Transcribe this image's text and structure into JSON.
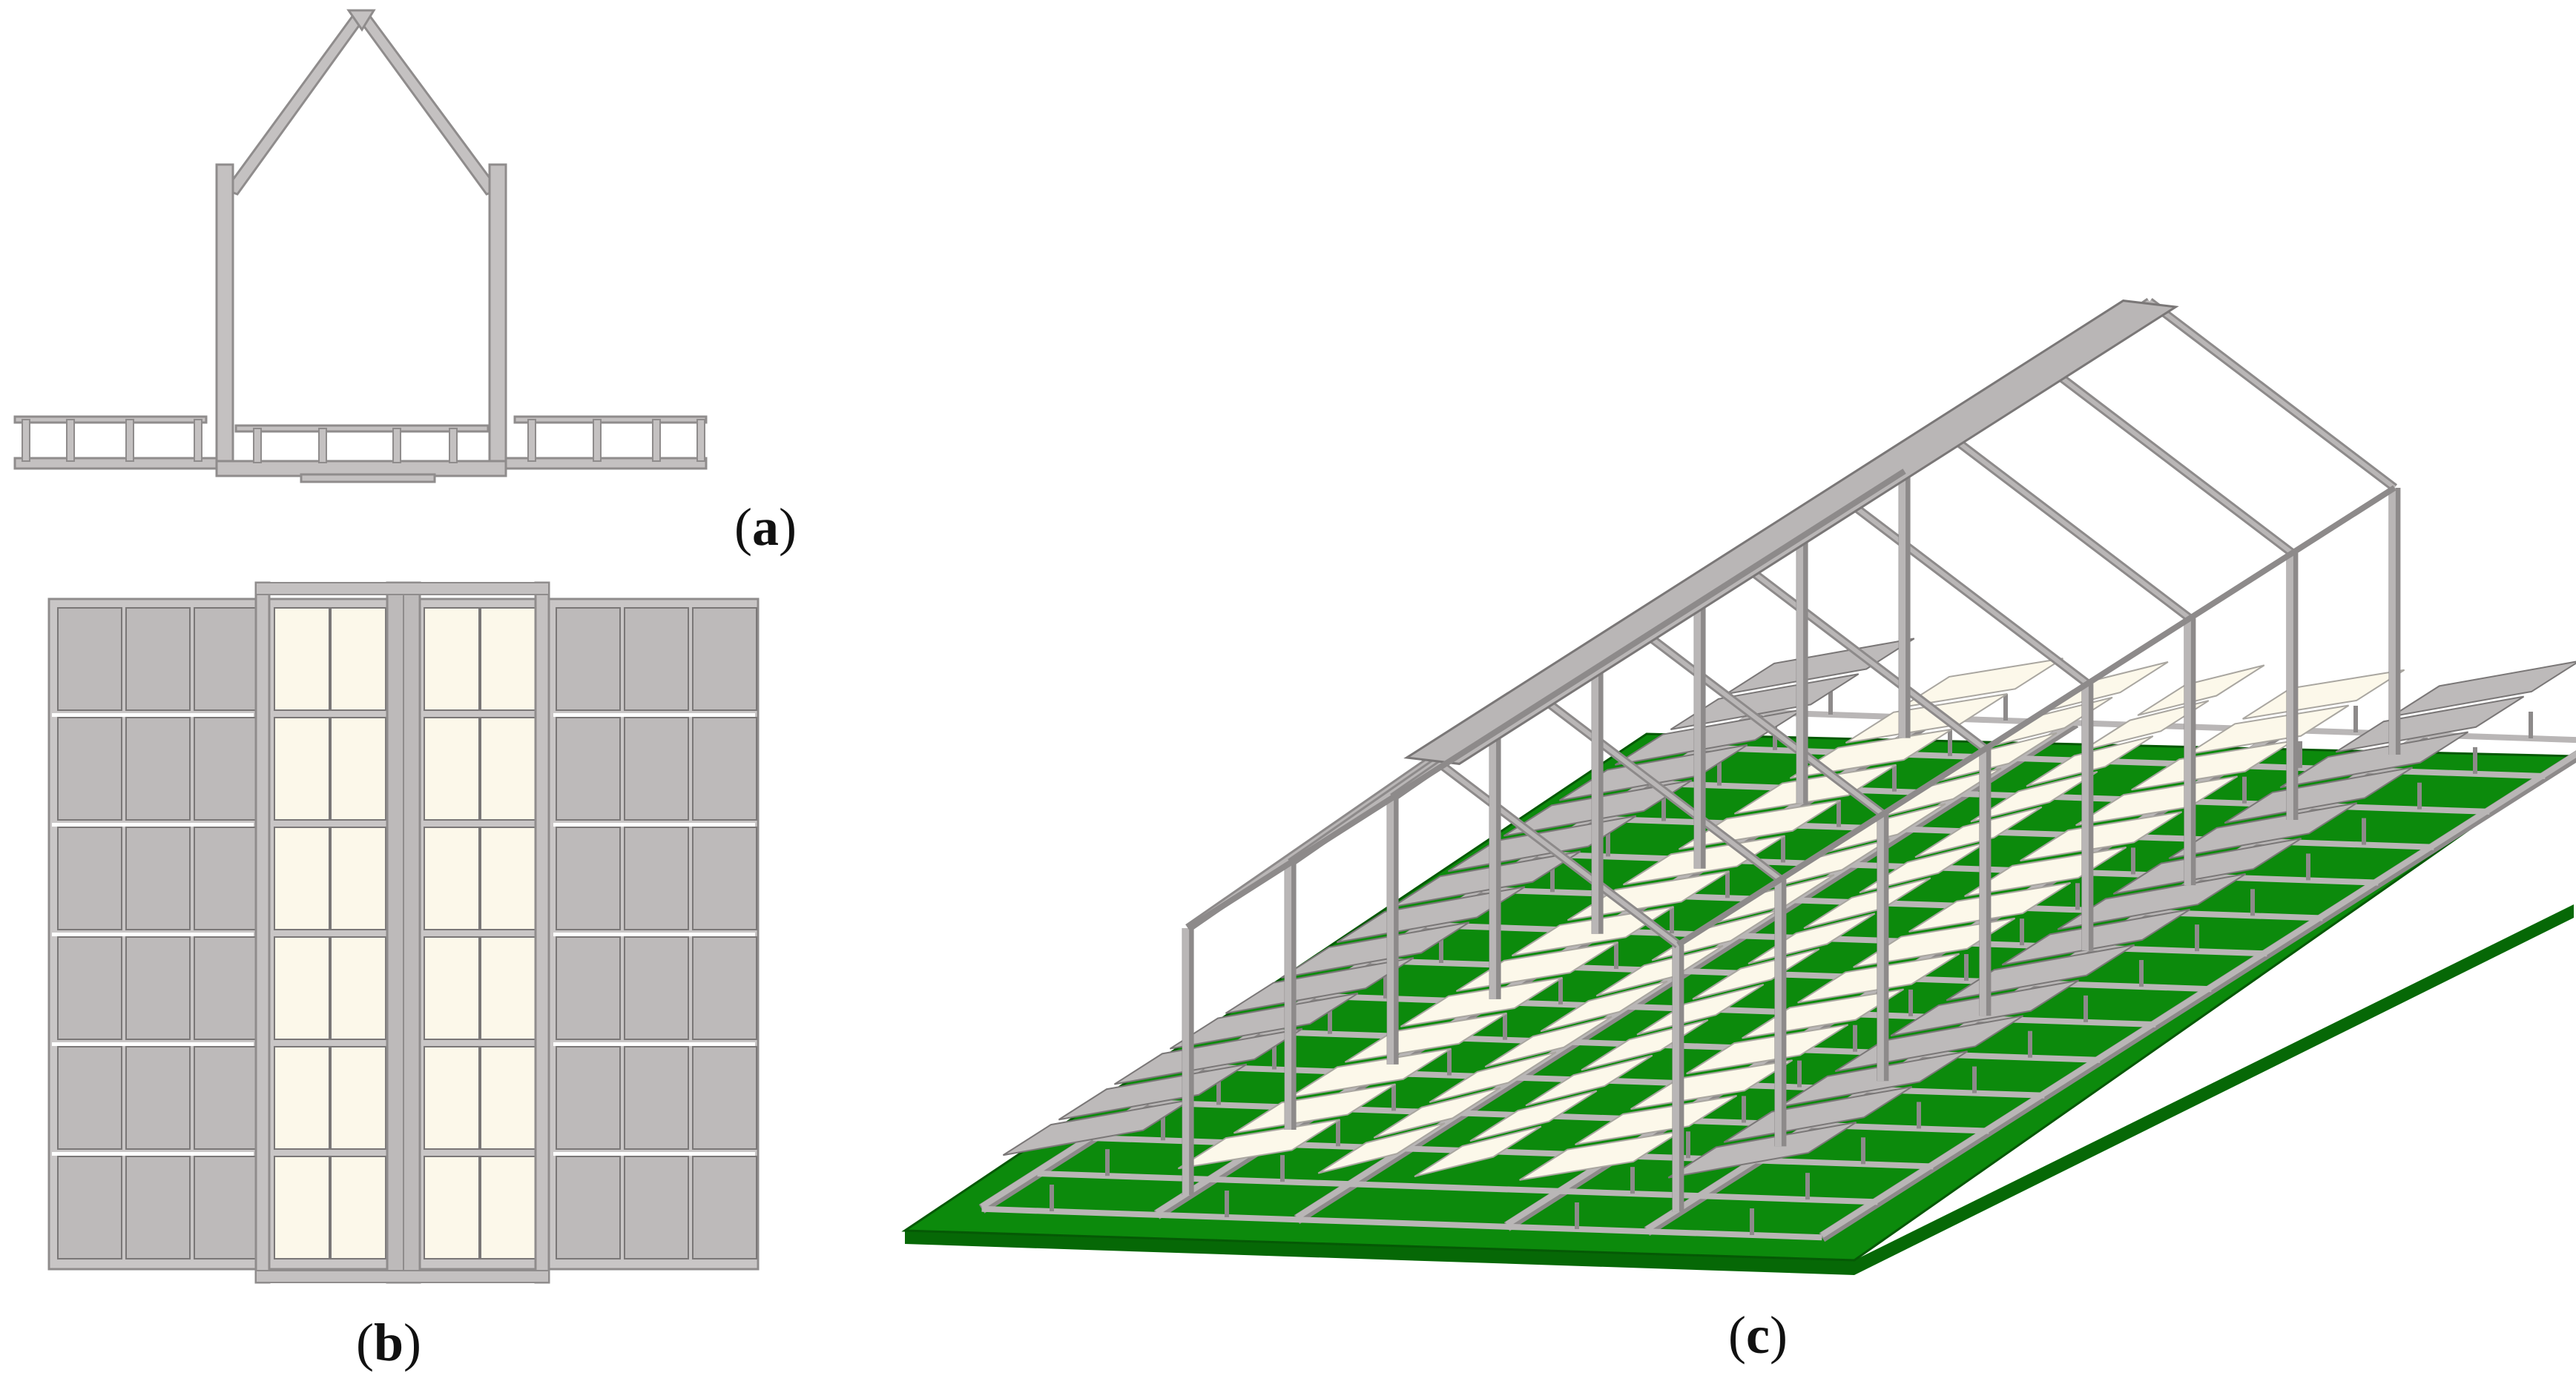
{
  "figure": {
    "panel_a": {
      "label_open": "(",
      "label_letter": "a",
      "label_close": ")"
    },
    "panel_b": {
      "label_open": "(",
      "label_letter": "b",
      "label_close": ")"
    },
    "panel_c": {
      "label_open": "(",
      "label_letter": "c",
      "label_close": ")"
    }
  },
  "colors": {
    "frame": "#b9b6b6",
    "frame_dark": "#8d8a8a",
    "panel_grey": "#bdbaba",
    "panel_light": "#fcf8ea",
    "ground": "#0c8a0c",
    "ground_dark": "#066806",
    "outline": "#7a7777"
  }
}
